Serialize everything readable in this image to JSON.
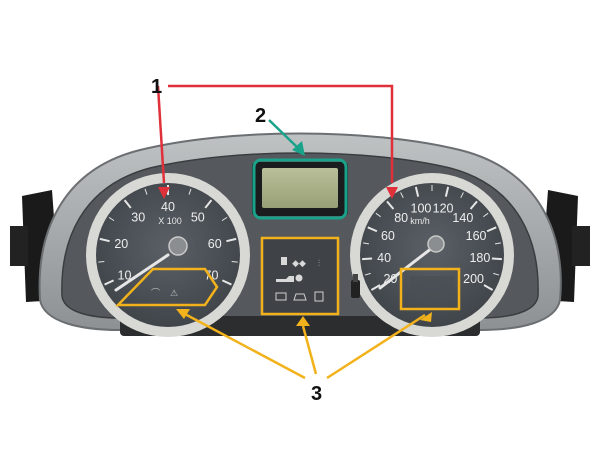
{
  "callouts": {
    "one": "1",
    "two": "2",
    "three": "3"
  },
  "tachometer": {
    "unit": "X 100",
    "ticks": [
      "10",
      "20",
      "30",
      "40",
      "50",
      "60",
      "70"
    ]
  },
  "speedometer": {
    "unit": "km/h",
    "ticks": [
      "20",
      "40",
      "60",
      "80",
      "100",
      "120",
      "140",
      "160",
      "180",
      "200"
    ]
  },
  "colors": {
    "callout_1": "#e0303a",
    "callout_2": "#1aa38a",
    "callout_3": "#f2b21b",
    "gauge_face": "#4a4f54",
    "gauge_ring": "#d8d8d4",
    "lcd": "#a9b087"
  },
  "icons": [
    "fuel-pump-icon",
    "diamond-arrows-icon",
    "coolant-temp-icon",
    "oil-can-icon",
    "dot-icon",
    "battery-icon",
    "seatbelt-icon",
    "engine-icon",
    "door-icon"
  ]
}
